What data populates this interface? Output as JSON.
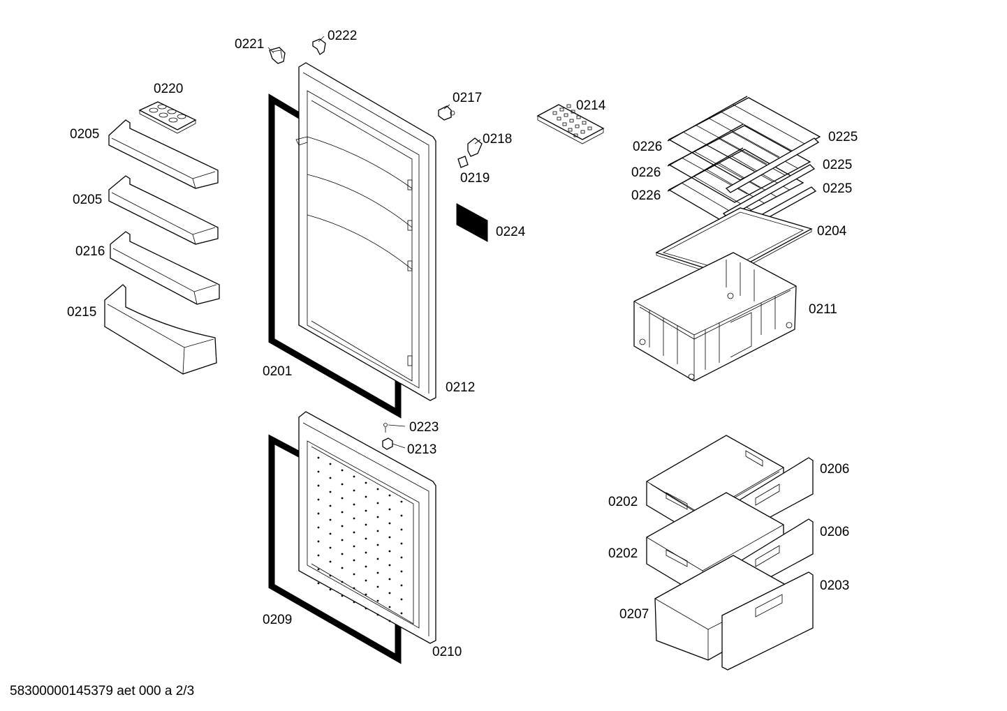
{
  "labels": {
    "p0221": "0221",
    "p0222": "0222",
    "p0220": "0220",
    "p0205a": "0205",
    "p0205b": "0205",
    "p0216": "0216",
    "p0215": "0215",
    "p0217": "0217",
    "p0214": "0214",
    "p0218": "0218",
    "p0219": "0219",
    "p0224": "0224",
    "p0226a": "0226",
    "p0226b": "0226",
    "p0226c": "0226",
    "p0225a": "0225",
    "p0225b": "0225",
    "p0225c": "0225",
    "p0204": "0204",
    "p0211": "0211",
    "p0201": "0201",
    "p0212": "0212",
    "p0223": "0223",
    "p0213": "0213",
    "p0206a": "0206",
    "p0206b": "0206",
    "p0202a": "0202",
    "p0202b": "0202",
    "p0203": "0203",
    "p0207": "0207",
    "p0209": "0209",
    "p0210": "0210"
  },
  "footer": "58300000145379 aet 000 a 2/3"
}
